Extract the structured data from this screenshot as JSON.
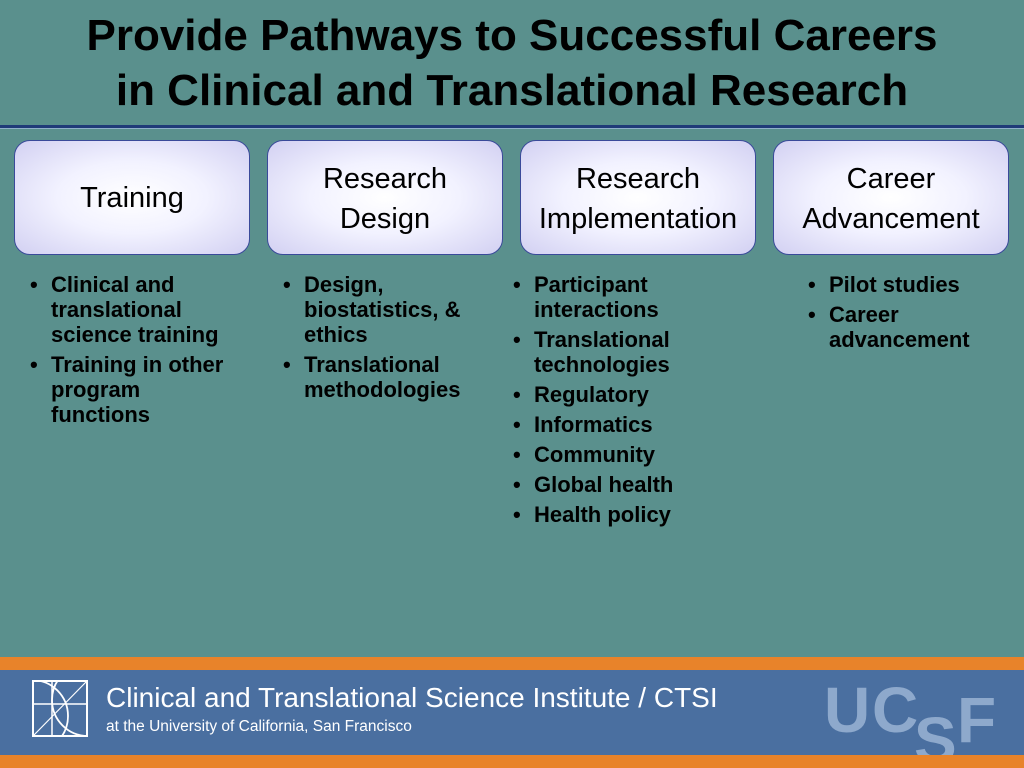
{
  "slide": {
    "title_line1": "Provide Pathways to Successful Careers",
    "title_line2": "in Clinical and Translational Research"
  },
  "columns": [
    {
      "header": [
        "Training"
      ],
      "bullets": [
        "Clinical and translational science training",
        "Training in other program functions"
      ]
    },
    {
      "header": [
        "Research",
        "Design"
      ],
      "bullets": [
        "Design, biostatistics, & ethics",
        "Translational methodologies"
      ]
    },
    {
      "header": [
        "Research",
        "Implementation"
      ],
      "bullets": [
        "Participant interactions",
        "Translational technologies",
        "Regulatory",
        "Informatics",
        "Community",
        "Global health",
        "Health policy"
      ]
    },
    {
      "header": [
        "Career",
        "Advancement"
      ],
      "bullets": [
        "Pilot studies",
        "Career advancement"
      ]
    }
  ],
  "footer": {
    "institute": "Clinical and Translational Science Institute / CTSI",
    "subtitle": "at the University of California, San Francisco",
    "logo_icon": "ctsi-logo-icon",
    "brand_letters": "UCSF"
  },
  "colors": {
    "background": "#5a908d",
    "footer_bar": "#4a6fa0",
    "accent_orange": "#e8832a",
    "box_border": "#3a4a9a"
  }
}
